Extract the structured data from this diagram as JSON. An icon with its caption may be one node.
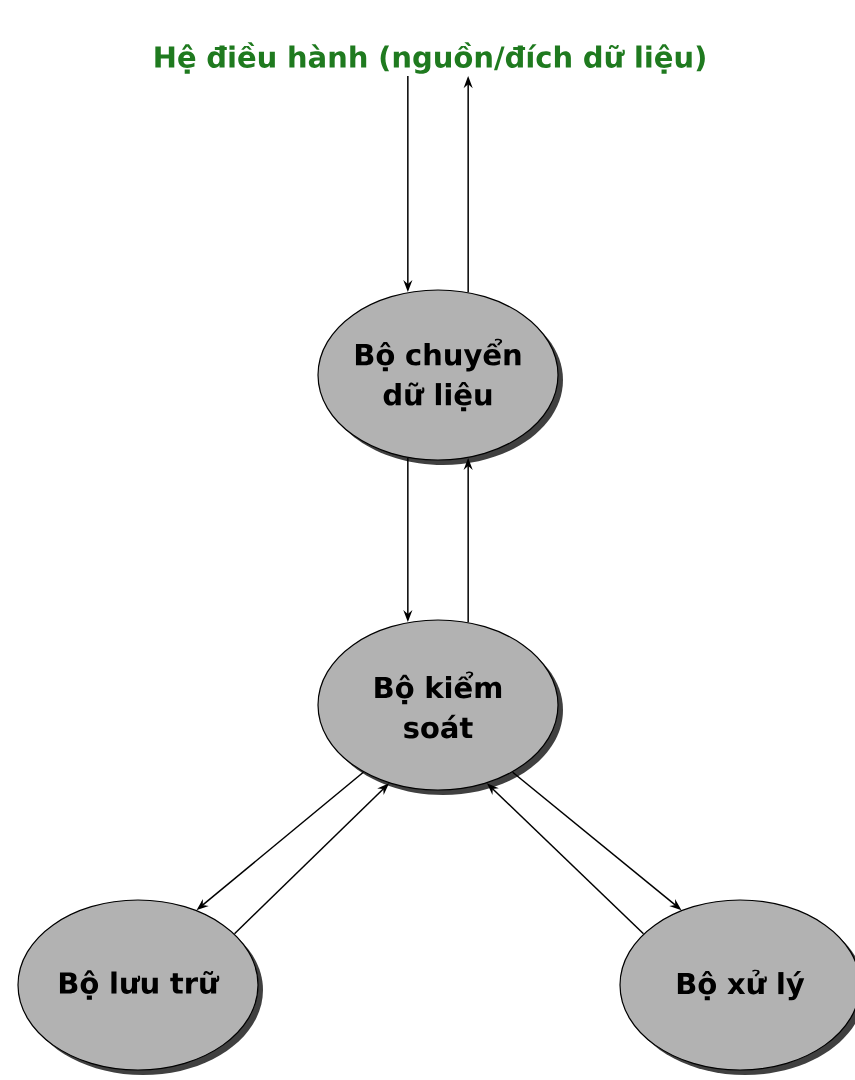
{
  "diagram": {
    "nodes": [
      {
        "text": [
          "Hệ điều hành (nguồn/đích dữ liệu)"
        ]
      },
      {
        "text": [
          "Bộ chuyển dữ liệu"
        ]
      },
      {
        "text": [
          "Bộ kiểm soát"
        ]
      },
      {
        "text": [
          "Bộ lưu trữ"
        ]
      },
      {
        "text": [
          "Bộ xử lý"
        ]
      }
    ],
    "edges": [
      {
        "from": 0,
        "to": 1,
        "arrow": "to"
      },
      {
        "from": 1,
        "to": 0,
        "arrow": "to"
      },
      {
        "from": 1,
        "to": 2,
        "arrow": "to"
      },
      {
        "from": 2,
        "to": 1,
        "arrow": "to"
      },
      {
        "from": 2,
        "to": 3,
        "arrow": "to"
      },
      {
        "from": 3,
        "to": 2,
        "arrow": "to"
      },
      {
        "from": 4,
        "to": 2,
        "arrow": "to"
      },
      {
        "from": 2,
        "to": 4,
        "arrow": "to"
      }
    ]
  }
}
